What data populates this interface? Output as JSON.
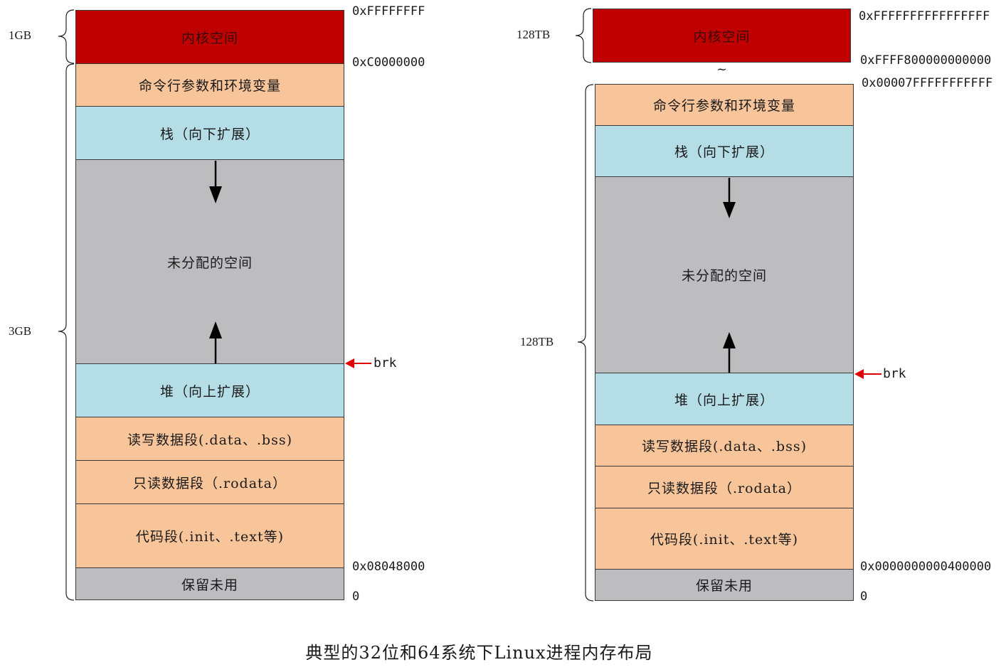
{
  "left": {
    "kernel": "内核空间",
    "args_env": "命令行参数和环境变量",
    "stack": "栈（向下扩展）",
    "unallocated": "未分配的空间",
    "heap": "堆（向上扩展）",
    "rw_data": "读写数据段(.data、.bss)",
    "ro_data": "只读数据段（.rodata）",
    "code": "代码段(.init、.text等)",
    "reserved": "保留未用",
    "addr_top": "0xFFFFFFFF",
    "addr_kernel_base": "0xC0000000",
    "addr_code_start": "0x08048000",
    "addr_zero": "0",
    "size_kernel": "1GB",
    "size_user": "3GB",
    "brk_label": "brk"
  },
  "right": {
    "kernel": "内核空间",
    "args_env": "命令行参数和环境变量",
    "stack": "栈（向下扩展）",
    "unallocated": "未分配的空间",
    "heap": "堆（向上扩展）",
    "rw_data": "读写数据段(.data、.bss)",
    "ro_data": "只读数据段（.rodata）",
    "code": "代码段(.init、.text等)",
    "reserved": "保留未用",
    "addr_top": "0xFFFFFFFFFFFFFFFF",
    "addr_kernel_base": "0xFFFF800000000000",
    "addr_user_top": "0x00007FFFFFFFFFFF",
    "addr_code_start": "0x0000000000400000",
    "addr_zero": "0",
    "size_kernel": "128TB",
    "size_user": "128TB",
    "brk_label": "brk",
    "gap_mark": "~"
  },
  "caption": "典型的32位和64系统下Linux进程内存布局",
  "colors": {
    "kernel": "#c00000",
    "orange": "#f8c49a",
    "blue": "#b4dde6",
    "gray": "#bdbdbf",
    "brk_arrow": "#e00000"
  }
}
